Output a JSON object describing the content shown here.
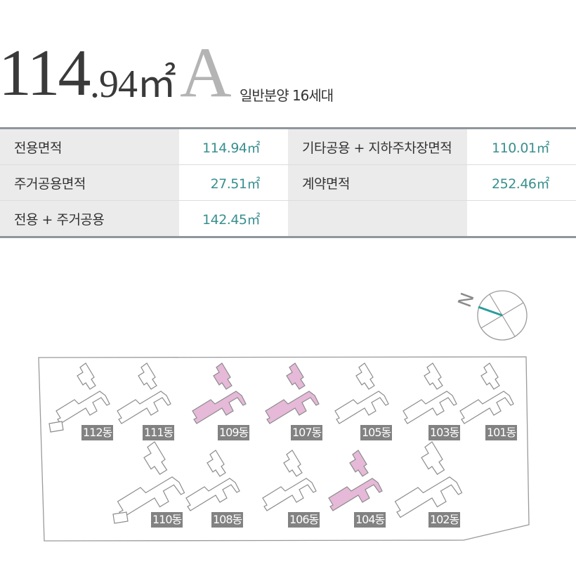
{
  "header": {
    "area_integer": "114",
    "area_decimal": ".94㎡",
    "unit_type": "A",
    "subtitle": "일반분양 16세대"
  },
  "area_table": {
    "rows": [
      {
        "label1": "전용면적",
        "value1": "114.94㎡",
        "label2": "기타공용 + 지하주차장면적",
        "value2": "110.01㎡"
      },
      {
        "label1": "주거공용면적",
        "value1": "27.51㎡",
        "label2": "계약면적",
        "value2": "252.46㎡"
      },
      {
        "label1": "전용 + 주거공용",
        "value1": "142.45㎡",
        "label2": "",
        "value2": ""
      }
    ]
  },
  "compass": {
    "north_label": "N",
    "icon": "compass-icon",
    "needle_color": "#2a9b9b"
  },
  "site_plan": {
    "highlight_color": "#e6b9d8",
    "buildings": [
      {
        "label": "112동",
        "highlighted": false
      },
      {
        "label": "111동",
        "highlighted": false
      },
      {
        "label": "109동",
        "highlighted": true
      },
      {
        "label": "107동",
        "highlighted": true
      },
      {
        "label": "105동",
        "highlighted": false
      },
      {
        "label": "103동",
        "highlighted": false
      },
      {
        "label": "101동",
        "highlighted": false
      },
      {
        "label": "110동",
        "highlighted": false
      },
      {
        "label": "108동",
        "highlighted": false
      },
      {
        "label": "106동",
        "highlighted": false
      },
      {
        "label": "104동",
        "highlighted": true
      },
      {
        "label": "102동",
        "highlighted": false
      }
    ]
  }
}
